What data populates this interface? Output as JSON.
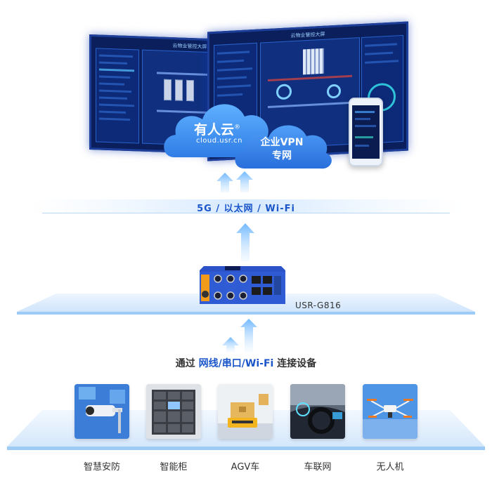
{
  "dashboard_left": {
    "title": "云物业管控大屏"
  },
  "dashboard_right": {
    "title": "云物业管控大屏"
  },
  "cloud_main": {
    "brand": "有人云",
    "mark": "®",
    "domain": "cloud.usr.cn"
  },
  "cloud_vpn": {
    "line1": "企业VPN",
    "line2": "专网"
  },
  "network": {
    "label": "5G / 以太网 / Wi-Fi"
  },
  "router": {
    "model": "USR-G816"
  },
  "connect": {
    "prefix": "通过 ",
    "highlight": "网线/串口/Wi-Fi",
    "suffix": " 连接设备"
  },
  "devices": [
    {
      "label": "智慧安防",
      "icon": "security-camera-icon"
    },
    {
      "label": "智能柜",
      "icon": "smart-locker-icon"
    },
    {
      "label": "AGV车",
      "icon": "agv-robot-icon"
    },
    {
      "label": "车联网",
      "icon": "car-dashboard-icon"
    },
    {
      "label": "无人机",
      "icon": "drone-icon"
    }
  ],
  "colors": {
    "accent": "#1a56c9",
    "cloud": "#3d8ff0",
    "platform": "#cfe6ff",
    "router": "#2b52c7"
  }
}
